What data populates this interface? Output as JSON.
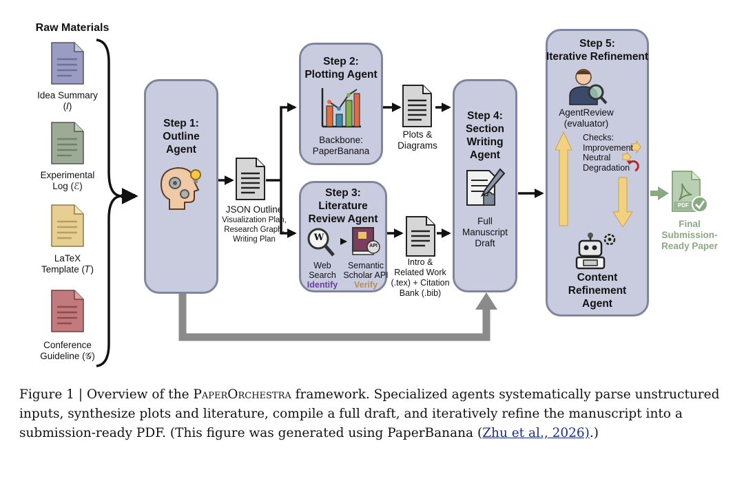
{
  "raw_materials": {
    "title": "Raw Materials",
    "items": [
      {
        "label": "Idea Summary",
        "symbol": "(𝐼)",
        "color": "#9b9cc3"
      },
      {
        "label": "Experimental",
        "label2": "Log (ℰ)",
        "color": "#9bab95"
      },
      {
        "label": "LaTeX",
        "label2": "Template (𝑇)",
        "color": "#e7cf93"
      },
      {
        "label": "Conference",
        "label2": "Guideline (𝒢)",
        "color": "#c27a7c"
      }
    ]
  },
  "step1": {
    "title_1": "Step 1:",
    "title_2": "Outline",
    "title_3": "Agent"
  },
  "json_outline": {
    "title": "JSON Outline",
    "line1": "Visualization Plan,",
    "line2": "Research Graph,",
    "line3": "Writing Plan"
  },
  "step2": {
    "title_1": "Step 2:",
    "title_2": "Plotting Agent",
    "backbone_1": "Backbone:",
    "backbone_2": "PaperBanana"
  },
  "plots": {
    "line1": "Plots &",
    "line2": "Diagrams"
  },
  "step3": {
    "title_1": "Step 3:",
    "title_2": "Literature",
    "title_3": "Review Agent",
    "web_1": "Web",
    "web_2": "Search",
    "identify": "Identify",
    "sem_1": "Semantic",
    "sem_2": "Scholar API",
    "verify": "Verify",
    "api_badge": "API",
    "wiki_badge": "W"
  },
  "intro": {
    "line1": "Intro &",
    "line2": "Related Work",
    "line3": "(.tex) + Citation",
    "line4": "Bank (.bib)"
  },
  "step4": {
    "title_1": "Step 4:",
    "title_2": "Section",
    "title_3": "Writing",
    "title_4": "Agent",
    "draft_1": "Full",
    "draft_2": "Manuscript",
    "draft_3": "Draft"
  },
  "step5": {
    "title_1": "Step 5:",
    "title_2": "Iterative Refinement",
    "reviewer_1": "AgentReview",
    "reviewer_2": "(evaluator)",
    "checks_title": "Checks:",
    "check_1": "Improvement",
    "check_2": "Neutral",
    "check_3": "Degradation",
    "refine_1": "Content",
    "refine_2": "Refinement",
    "refine_3": "Agent"
  },
  "final": {
    "pdf": "PDF",
    "line1": "Final",
    "line2": "Submission-",
    "line3": "Ready Paper"
  },
  "caption": {
    "lead": "Figure 1 | Overview of the ",
    "name": "PaperOrchestra",
    "body": " framework. Specialized agents systematically parse unstructured inputs, synthesize plots and literature, compile a full draft, and iteratively refine the manuscript into a submission-ready PDF. (This figure was generated using PaperBanana (",
    "link": "Zhu et al., 2026)",
    "tail": ".)"
  },
  "colors": {
    "box_fill": "#c9ccdf",
    "box_border": "#7f859e",
    "arrow": "#111111",
    "skip_arrow": "#8a8a8a",
    "refine_arrow": "#f2d27e",
    "final_green": "#8aa981",
    "identify": "#6c3ba8",
    "verify": "#b98c57",
    "link": "#1c2d8e"
  }
}
